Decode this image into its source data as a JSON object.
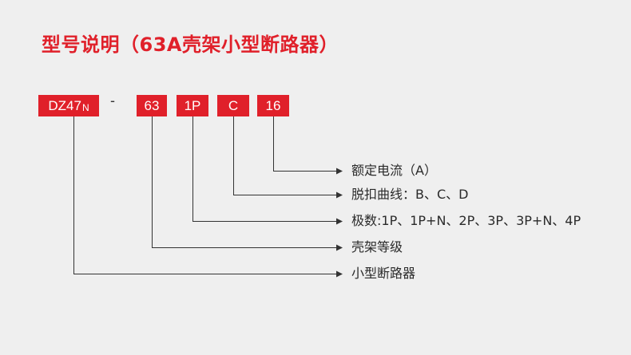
{
  "title": "型号说明（63A壳架小型断路器）",
  "code": {
    "series": "DZ47",
    "series_suffix": "N",
    "separator": "-",
    "frame": "63",
    "poles": "1P",
    "curve": "C",
    "current": "16"
  },
  "labels": {
    "rated_current": "额定电流（A）",
    "trip_curve": "脱扣曲线：B、C、D",
    "poles": "极数:1P、1P+N、2P、3P、3P+N、4P",
    "frame_grade": "壳架等级",
    "breaker": "小型断路器"
  },
  "colors": {
    "accent": "#e0202a",
    "line": "#333333",
    "background": "#efefef"
  }
}
